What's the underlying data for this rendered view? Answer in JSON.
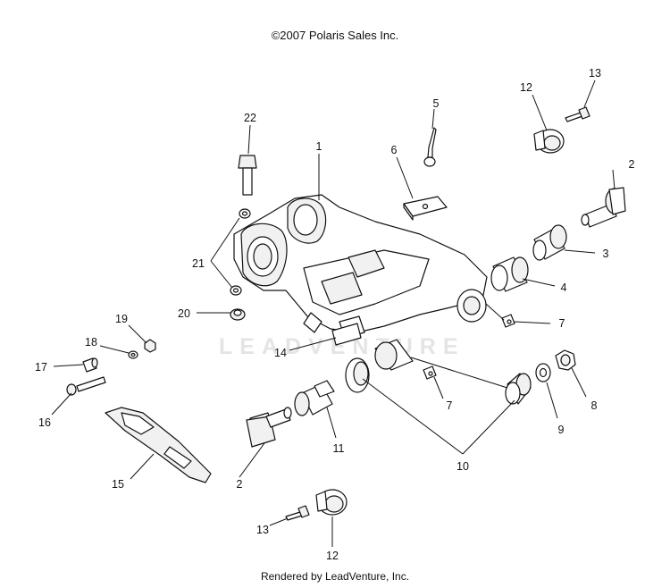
{
  "header": {
    "copyright": "©2007 Polaris Sales Inc."
  },
  "footer": {
    "rendered_by": "Rendered by LeadVenture, Inc."
  },
  "watermark": "LEADVENTURE",
  "callouts": {
    "c1": "1",
    "c2a": "2",
    "c2b": "2",
    "c3": "3",
    "c4": "4",
    "c5": "5",
    "c6": "6",
    "c7a": "7",
    "c7b": "7",
    "c8": "8",
    "c9": "9",
    "c10": "10",
    "c11": "11",
    "c12a": "12",
    "c12b": "12",
    "c13a": "13",
    "c13b": "13",
    "c14": "14",
    "c15": "15",
    "c16": "16",
    "c17": "17",
    "c18": "18",
    "c19": "19",
    "c20": "20",
    "c21": "21",
    "c22": "22"
  }
}
